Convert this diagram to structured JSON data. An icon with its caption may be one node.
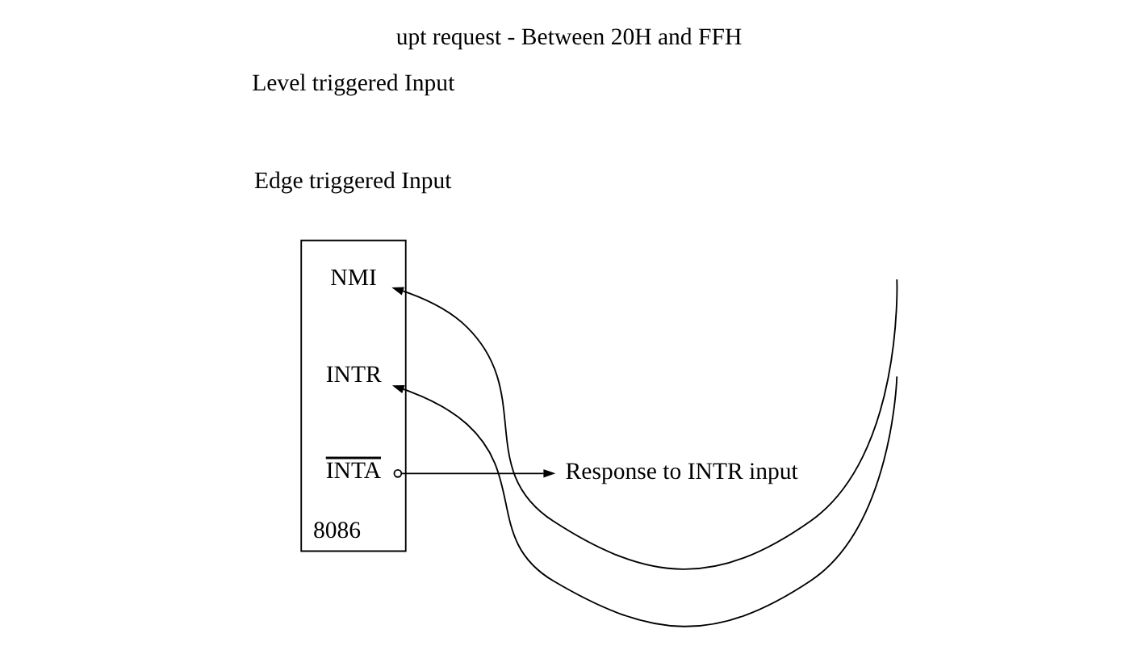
{
  "diagram": {
    "title": "upt request - Between 20H and FFH",
    "nodes": [
      {
        "text": [
          "8086"
        ]
      },
      {
        "text": [
          "NMI"
        ],
        "in": 0
      },
      {
        "text": [
          "INTR"
        ],
        "in": 0
      },
      {
        "text": [
          "INTA"
        ],
        "in": 0
      },
      {
        "text": [
          "Edge triggered Input"
        ]
      },
      {
        "text": [
          "Level triggered Input"
        ]
      },
      {
        "text": [
          "Response to INTR input"
        ]
      }
    ],
    "edges": [
      {
        "from": null,
        "to": 1,
        "arrow": "to"
      },
      {
        "from": null,
        "to": 2,
        "arrow": "to"
      },
      {
        "from": 3,
        "to": 6,
        "arrow": "to"
      }
    ]
  }
}
